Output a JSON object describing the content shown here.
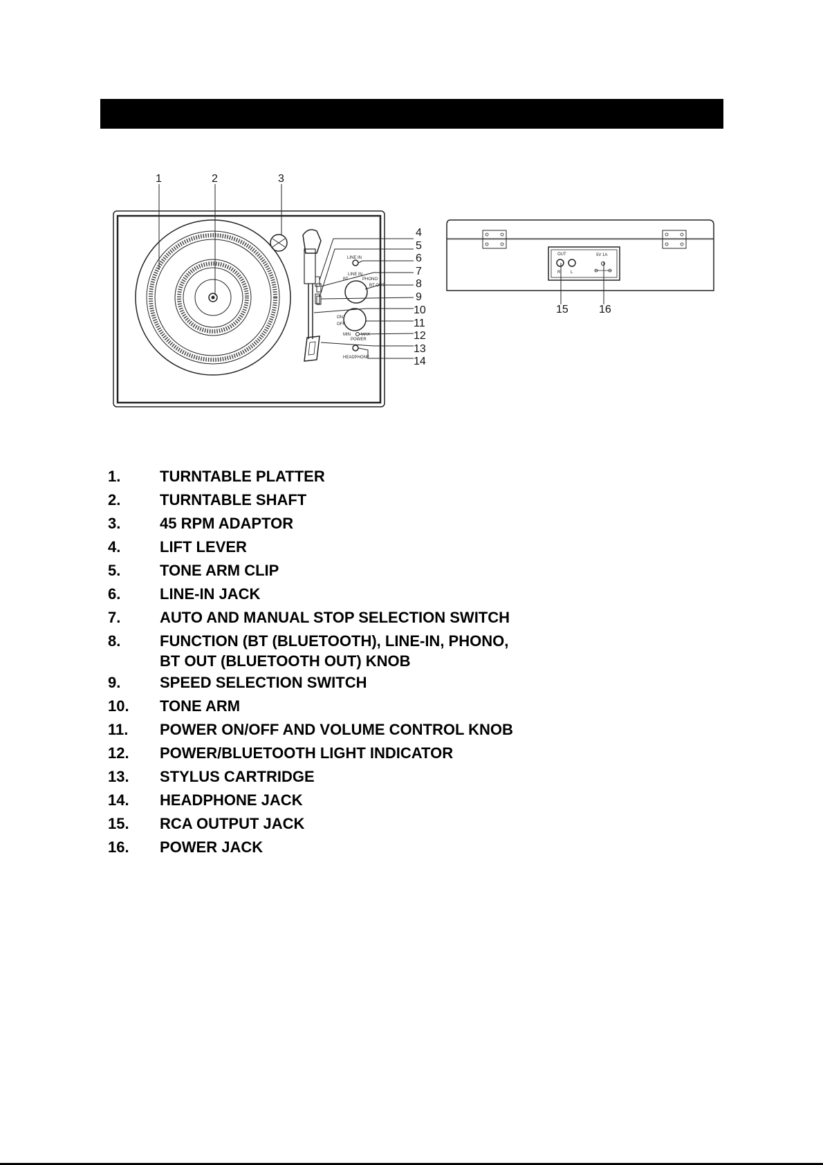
{
  "diagram": {
    "callouts": [
      "1",
      "2",
      "3",
      "4",
      "5",
      "6",
      "7",
      "8",
      "9",
      "10",
      "11",
      "12",
      "13",
      "14",
      "15",
      "16"
    ],
    "panel_labels": {
      "line_in": "LINE IN",
      "func_line_in": "LINE IN",
      "func_bt": "BT",
      "func_phono": "PHONO",
      "func_bt_out": "BT OUT",
      "on": "ON",
      "off": "OFF",
      "min": "MIN",
      "max": "MAX",
      "power": "POWER",
      "headphone": "HEADPHONE"
    },
    "rear_labels": {
      "out": "OUT",
      "r": "R",
      "l": "L",
      "dc": "5V 1A"
    }
  },
  "parts": [
    {
      "num": "1.",
      "label": "TURNTABLE PLATTER"
    },
    {
      "num": "2.",
      "label": "TURNTABLE SHAFT"
    },
    {
      "num": "3.",
      "label": "45 RPM ADAPTOR"
    },
    {
      "num": "4.",
      "label": "LIFT LEVER"
    },
    {
      "num": "5.",
      "label": "TONE ARM CLIP"
    },
    {
      "num": "6.",
      "label": "LINE-IN JACK"
    },
    {
      "num": "7.",
      "label": "AUTO AND MANUAL STOP SELECTION SWITCH"
    },
    {
      "num": "8.",
      "label": "FUNCTION (BT (BLUETOOTH), LINE-IN, PHONO,\nBT OUT (BLUETOOTH OUT) KNOB"
    },
    {
      "num": "9.",
      "label": "SPEED SELECTION SWITCH"
    },
    {
      "num": "10.",
      "label": "TONE ARM"
    },
    {
      "num": "11.",
      "label": "POWER ON/OFF AND VOLUME CONTROL KNOB"
    },
    {
      "num": "12.",
      "label": "POWER/BLUETOOTH LIGHT INDICATOR"
    },
    {
      "num": "13.",
      "label": "STYLUS CARTRIDGE"
    },
    {
      "num": "14.",
      "label": "HEADPHONE JACK"
    },
    {
      "num": "15.",
      "label": "RCA OUTPUT JACK"
    },
    {
      "num": "16.",
      "label": "POWER JACK"
    }
  ]
}
